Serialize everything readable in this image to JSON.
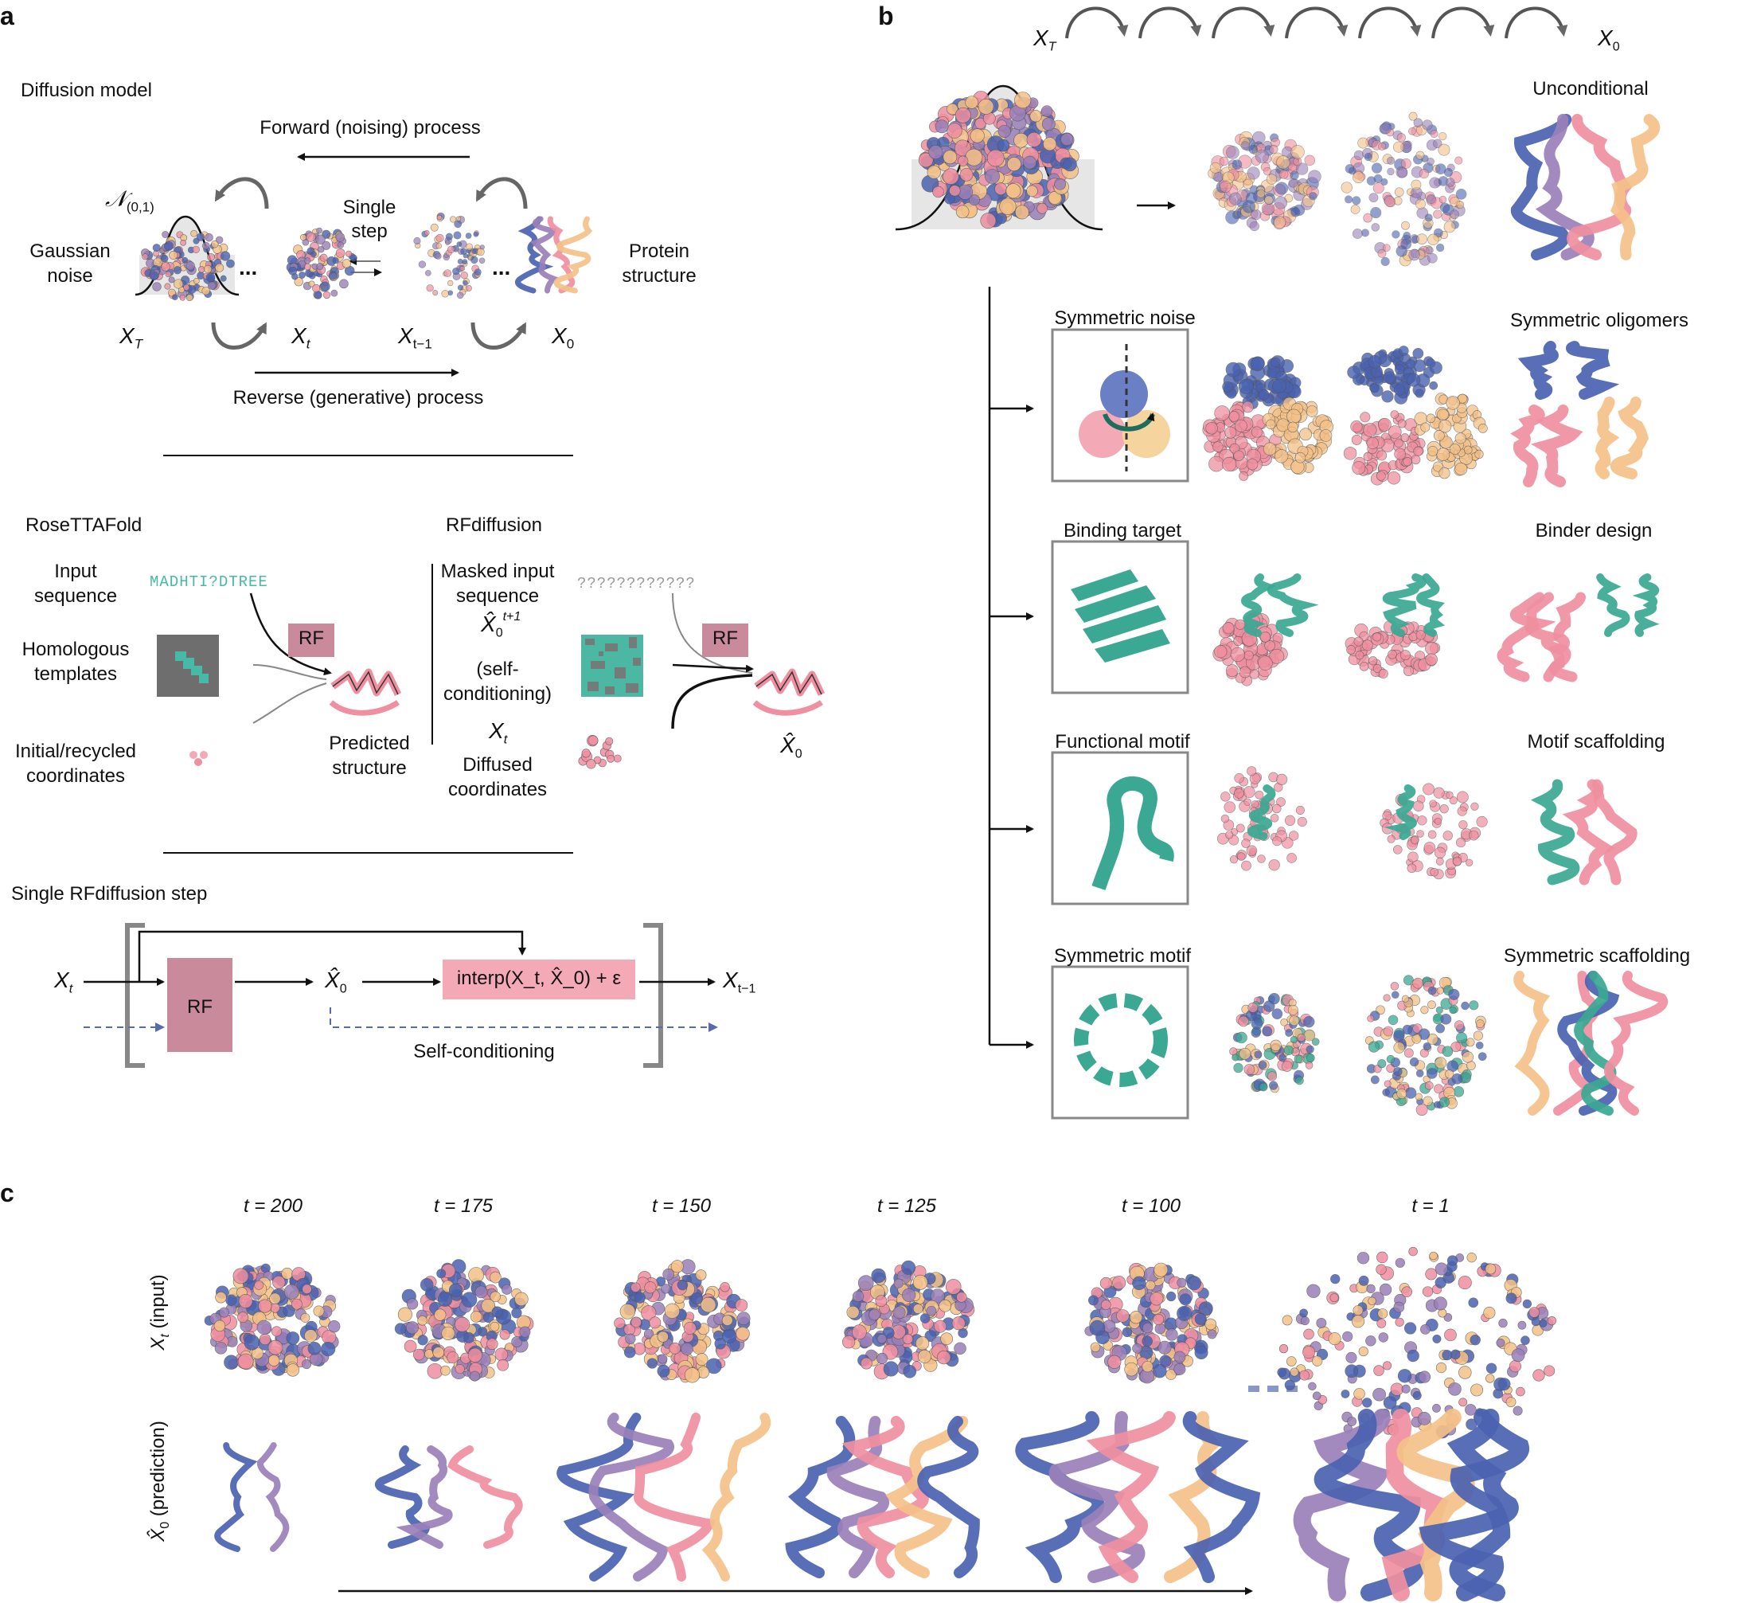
{
  "panels": {
    "a": "a",
    "b": "b",
    "c": "c"
  },
  "a": {
    "diffusion": {
      "title": "Diffusion model",
      "forward": "Forward (noising) process",
      "reverse": "Reverse (generative) process",
      "normal": "𝒩",
      "normal_sub": "(0,1)",
      "gaussian_noise": [
        "Gaussian",
        "noise"
      ],
      "single_step": [
        "Single",
        "step"
      ],
      "protein_structure": [
        "Protein",
        "structure"
      ],
      "dots": "...",
      "states": [
        {
          "base": "X",
          "sub": "T"
        },
        {
          "base": "X",
          "sub": "t"
        },
        {
          "base": "X",
          "sub": "t−1"
        },
        {
          "base": "X",
          "sub": "0"
        }
      ]
    },
    "rosettafold": {
      "title": "RoseTTAFold",
      "input_sequence": [
        "Input",
        "sequence"
      ],
      "sequence": "MADHTI?DTREE",
      "homologous": [
        "Homologous",
        "templates"
      ],
      "initial": [
        "Initial/recycled",
        "coordinates"
      ],
      "rf": "RF",
      "predicted": [
        "Predicted",
        "structure"
      ]
    },
    "rfdiffusion": {
      "title": "RFdiffusion",
      "masked": [
        "Masked input",
        "sequence"
      ],
      "masked_seq": "????????????",
      "x0hat_sup": "t+1",
      "x0hat_sub": "0",
      "self_cond": [
        "(self-",
        "conditioning)"
      ],
      "xt_base": "X",
      "xt_sub": "t",
      "diffused": [
        "Diffused",
        "coordinates"
      ],
      "rf": "RF",
      "out_base": "X",
      "out_sub": "0"
    },
    "step": {
      "title": "Single RFdiffusion step",
      "in_base": "X",
      "in_sub": "t",
      "rf": "RF",
      "x0_base": "X",
      "x0_sub": "0",
      "interp": "interp(X_t, X̂_0) + ε",
      "out_base": "X",
      "out_sub": "t−1",
      "self_conditioning": "Self-conditioning"
    }
  },
  "b": {
    "top_left": {
      "base": "X",
      "sub": "T"
    },
    "top_right": {
      "base": "X",
      "sub": "0"
    },
    "rows": [
      {
        "left": "",
        "right": "Unconditional"
      },
      {
        "left": "Symmetric noise",
        "right": "Symmetric oligomers"
      },
      {
        "left": "Binding target",
        "right": "Binder design"
      },
      {
        "left": "Functional motif",
        "right": "Motif scaffolding"
      },
      {
        "left": "Symmetric motif",
        "right": "Symmetric scaffolding"
      }
    ]
  },
  "c": {
    "timesteps": [
      "t = 200",
      "t = 175",
      "t = 150",
      "t = 125",
      "t = 100",
      "t = 1"
    ],
    "row1": {
      "base": "X",
      "sub": "t",
      "label": " (input)"
    },
    "row2": {
      "base": "X",
      "sub": "0",
      "label": " (prediction)"
    }
  },
  "colors": {
    "blue": "#4a62b0",
    "pink": "#ef8fa0",
    "peach": "#f4c188",
    "purple": "#9a80b8",
    "teal": "#3aa892",
    "rf_box": "#c98a9c",
    "interp_box": "#f4aab6",
    "grey": "#888888"
  }
}
